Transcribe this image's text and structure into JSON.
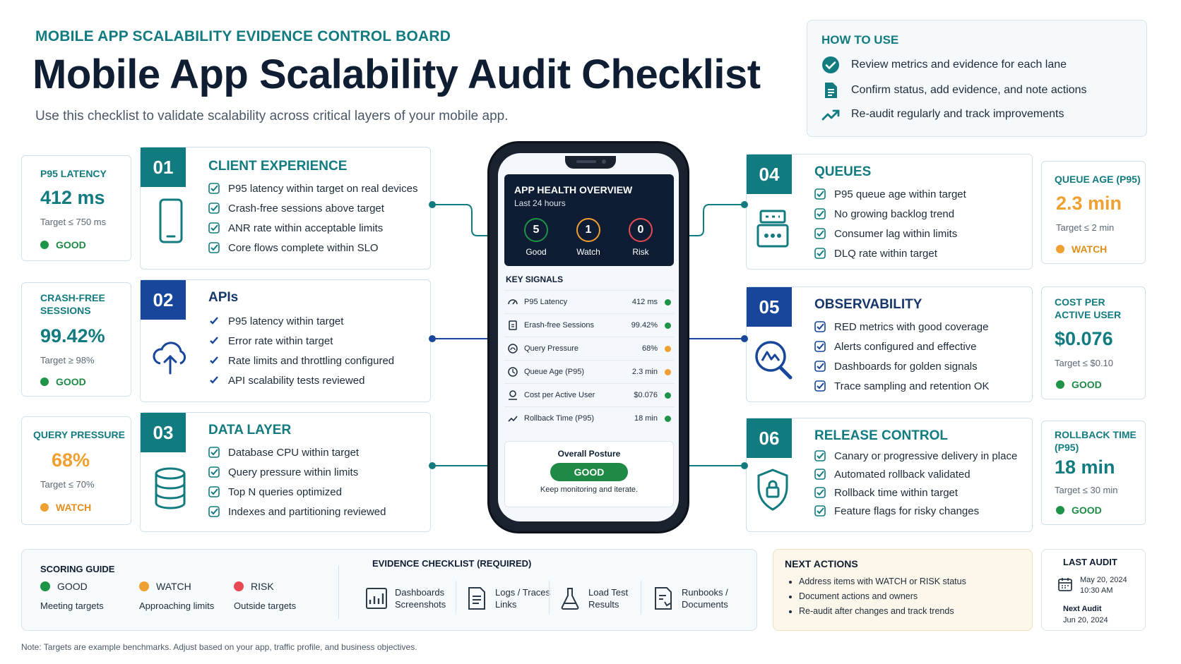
{
  "header": {
    "kicker": "MOBILE APP SCALABILITY EVIDENCE CONTROL BOARD",
    "title": "Mobile App Scalability Audit Checklist",
    "subtitle": "Use this checklist to validate scalability across critical layers of your mobile app."
  },
  "how_to_use": {
    "title": "HOW TO USE",
    "items": [
      {
        "icon": "check-circle-icon",
        "text": "Review metrics and evidence for each lane"
      },
      {
        "icon": "document-icon",
        "text": "Confirm status, add evidence, and note actions"
      },
      {
        "icon": "trend-up-icon",
        "text": "Re-audit regularly and track improvements"
      }
    ]
  },
  "metrics_left": [
    {
      "label_1": "P95 LATENCY",
      "label_2": "",
      "value": "412 ms",
      "target": "Target ≤ 750 ms",
      "status": "GOOD"
    },
    {
      "label_1": "CRASH-FREE",
      "label_2": "SESSIONS",
      "value": "99.42%",
      "target": "Target ≥ 98%",
      "status": "GOOD"
    },
    {
      "label_1": "QUERY PRESSURE",
      "label_2": "",
      "value": "68%",
      "target": "Target ≤ 70%",
      "status": "WATCH"
    }
  ],
  "metrics_right": [
    {
      "label_1": "QUEUE AGE (P95)",
      "label_2": "",
      "value": "2.3 min",
      "target": "Target ≤ 2 min",
      "status": "WATCH"
    },
    {
      "label_1": "COST PER",
      "label_2": "ACTIVE USER",
      "value": "$0.076",
      "target": "Target ≤ $0.10",
      "status": "GOOD"
    },
    {
      "label_1": "ROLLBACK TIME",
      "label_2": "(P95)",
      "value": "18 min",
      "target": "Target ≤ 30 min",
      "status": "GOOD"
    }
  ],
  "lanes": [
    {
      "num": "01",
      "title": "CLIENT EXPERIENCE",
      "icon": "smartphone-icon",
      "items": [
        "P95 latency within target on real devices",
        "Crash-free sessions above target",
        "ANR rate within acceptable limits",
        "Core flows complete within SLO"
      ]
    },
    {
      "num": "02",
      "title": "APIs",
      "icon": "cloud-upload-icon",
      "items": [
        "P95 latency within target",
        "Error rate within target",
        "Rate limits and throttling configured",
        "API scalability tests reviewed"
      ]
    },
    {
      "num": "03",
      "title": "DATA LAYER",
      "icon": "database-icon",
      "items": [
        "Database CPU within target",
        "Query pressure within limits",
        "Top N queries optimized",
        "Indexes and partitioning reviewed"
      ]
    },
    {
      "num": "04",
      "title": "QUEUES",
      "icon": "queue-server-icon",
      "items": [
        "P95 queue age within target",
        "No growing backlog trend",
        "Consumer lag within limits",
        "DLQ rate within target"
      ]
    },
    {
      "num": "05",
      "title": "OBSERVABILITY",
      "icon": "magnifier-chart-icon",
      "items": [
        "RED metrics with good coverage",
        "Alerts configured and effective",
        "Dashboards for golden signals",
        "Trace sampling and retention OK"
      ]
    },
    {
      "num": "06",
      "title": "RELEASE CONTROL",
      "icon": "shield-lock-icon",
      "items": [
        "Canary or progressive delivery in place",
        "Automated rollback validated",
        "Rollback time within target",
        "Feature flags for risky changes"
      ]
    }
  ],
  "phone": {
    "overview_title": "APP HEALTH OVERVIEW",
    "overview_sub": "Last 24 hours",
    "counts": [
      {
        "value": "5",
        "label": "Good",
        "color": "#1e9448"
      },
      {
        "value": "1",
        "label": "Watch",
        "color": "#f0a030"
      },
      {
        "value": "0",
        "label": "Risk",
        "color": "#e84a55"
      }
    ],
    "signals_title": "KEY SIGNALS",
    "signals": [
      {
        "icon": "gauge-icon",
        "name": "P95 Latency",
        "value": "412 ms",
        "status_color": "#1e9448"
      },
      {
        "icon": "clipboard-icon",
        "name": "Erash-free Sessions",
        "value": "99.42%",
        "status_color": "#1e9448"
      },
      {
        "icon": "pressure-icon",
        "name": "Query Pressure",
        "value": "68%",
        "status_color": "#f0a030"
      },
      {
        "icon": "clock-icon",
        "name": "Queue Age (P95)",
        "value": "2.3 min",
        "status_color": "#f0a030"
      },
      {
        "icon": "money-icon",
        "name": "Cost per Active User",
        "value": "$0.076",
        "status_color": "#1e9448"
      },
      {
        "icon": "trend-icon",
        "name": "Rollback Time (P95)",
        "value": "18 min",
        "status_color": "#1e9448"
      }
    ],
    "overall_label": "Overall Posture",
    "overall_status": "GOOD",
    "overall_note": "Keep monitoring and iterate."
  },
  "scoring": {
    "title": "SCORING GUIDE",
    "items": [
      {
        "label": "GOOD",
        "desc": "Meeting targets"
      },
      {
        "label": "WATCH",
        "desc": "Approaching limits"
      },
      {
        "label": "RISK",
        "desc": "Outside targets"
      }
    ]
  },
  "evidence": {
    "title": "EVIDENCE CHECKLIST (REQUIRED)",
    "items": [
      {
        "icon": "dashboard-chart-icon",
        "line1": "Dashboards",
        "line2": "Screenshots"
      },
      {
        "icon": "log-document-icon",
        "line1": "Logs / Traces",
        "line2": "Links"
      },
      {
        "icon": "flask-icon",
        "line1": "Load Test",
        "line2": "Results"
      },
      {
        "icon": "runbook-icon",
        "line1": "Runbooks /",
        "line2": "Documents"
      }
    ]
  },
  "next_actions": {
    "title": "NEXT ACTIONS",
    "items": [
      "Address items with WATCH or RISK status",
      "Document actions and owners",
      "Re-audit after changes and track trends"
    ]
  },
  "last_audit": {
    "title": "LAST AUDIT",
    "date": "May 20, 2024",
    "time": "10:30 AM",
    "next_label": "Next Audit",
    "next_date": "Jun 20, 2024"
  },
  "note": "Note: Targets are example benchmarks. Adjust based on your app, traffic profile, and business objectives."
}
